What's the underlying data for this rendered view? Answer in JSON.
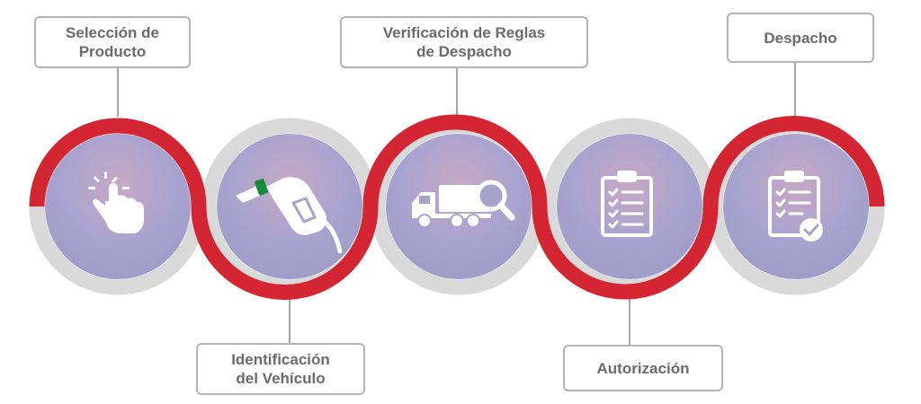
{
  "steps": [
    {
      "line1": "Selección de",
      "line2": "Producto",
      "icon": "hand-pointer-icon"
    },
    {
      "line1": "Identificación",
      "line2": "del Vehículo",
      "icon": "fuel-nozzle-icon"
    },
    {
      "line1": "Verificación de Reglas",
      "line2": "de Despacho",
      "icon": "truck-search-icon"
    },
    {
      "line1": "Autorización",
      "icon": "clipboard-checklist-icon"
    },
    {
      "line1": "Despacho",
      "icon": "clipboard-approved-icon"
    }
  ],
  "colors": {
    "wave": "#d42632",
    "ring": "#d9d9d9",
    "circle_fill": "#a7a3cc",
    "circle_highlight": "#c7a9c4",
    "icon": "#ffffff",
    "connector": "#a6a6a6",
    "label_border": "#b3b3b3",
    "label_text": "#6b6b6b",
    "nozzle_accent": "#1a8a3c"
  }
}
